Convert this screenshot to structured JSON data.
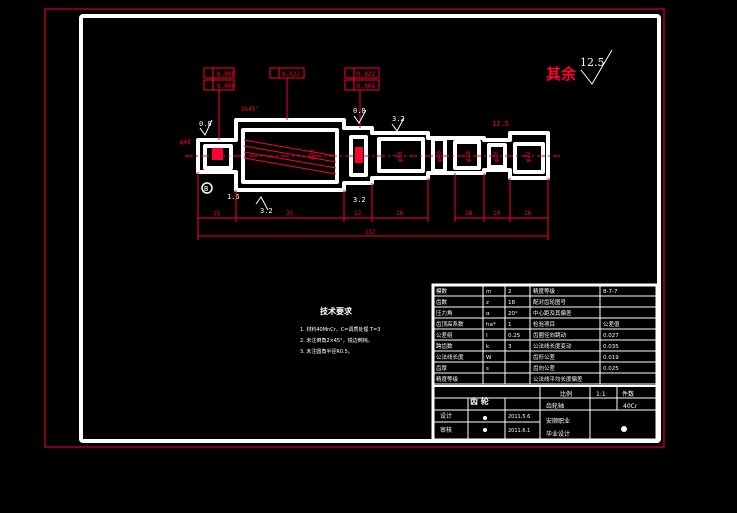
{
  "roughness": {
    "label": "其余",
    "value": "12.5"
  },
  "tolerance_frames": {
    "left": {
      "line1": "0.008",
      "line2": "0.008"
    },
    "mid": {
      "line1": "0.022"
    },
    "right": {
      "line1": "0.022",
      "line2": "0.008"
    }
  },
  "surface_labels": {
    "a": "0.8",
    "b": "0.8",
    "c": "3.2",
    "d": "3.2",
    "e": "3.2",
    "f": "1.6",
    "g": "12.5"
  },
  "diam_labels": {
    "left": "φ45",
    "center": "φ35",
    "mid2": "φ55",
    "mid3": "φ40",
    "right1": "φ30",
    "right2": "φ25",
    "right3": "φ22"
  },
  "dimensions": {
    "d1": "15",
    "d2": "35",
    "d3": "12",
    "d4": "18",
    "d5": "18",
    "d6": "18",
    "d7": "18",
    "total": "137",
    "chamfer": "2x45°",
    "center_mark": "B"
  },
  "notes": {
    "title": "技术要求",
    "items": [
      "1. 材料40MnCr，C=调质处理 T=3",
      "2. 未注倒角2×45°，锐边倒钝。",
      "3. 未注圆角半径R0.5。"
    ]
  },
  "title_block": {
    "rows": [
      [
        "模数",
        "m",
        "2",
        "精度等级",
        "8-7-7"
      ],
      [
        "齿数",
        "z",
        "18",
        "配对齿轮图号",
        ""
      ],
      [
        "压力角",
        "α",
        "20°",
        "中心距及其偏差",
        ""
      ],
      [
        "齿顶高系数",
        "ha*",
        "1",
        "检验项目",
        "公差值"
      ],
      [
        "公差组",
        "Ⅰ",
        "0.25",
        "齿圈径向跳动",
        "0.027"
      ],
      [
        "跨齿数",
        "k",
        "3",
        "公法线长度变动",
        "0.035"
      ],
      [
        "公法线长度",
        "W",
        "",
        "齿形公差",
        "0.019"
      ],
      [
        "齿厚",
        "s",
        "",
        "齿向公差",
        "0.025"
      ],
      [
        "精度等级",
        "",
        "",
        "公法线平均长度偏差",
        ""
      ]
    ],
    "drawing_name": "齿轮轴",
    "scale_label": "比例",
    "scale_value": "1:1",
    "qty_label": "件数",
    "material": "40Cr",
    "designer_label": "设计",
    "checker_label": "审核",
    "date1": "2011.5.6",
    "date2": "2011.6.1",
    "school": "安顺职业",
    "project": "毕业设计",
    "heading": "齿  轮"
  },
  "colors": {
    "frame": "#ffffff",
    "geometry": "#ffffff",
    "annotation": "#ff0033",
    "background": "#000000"
  }
}
